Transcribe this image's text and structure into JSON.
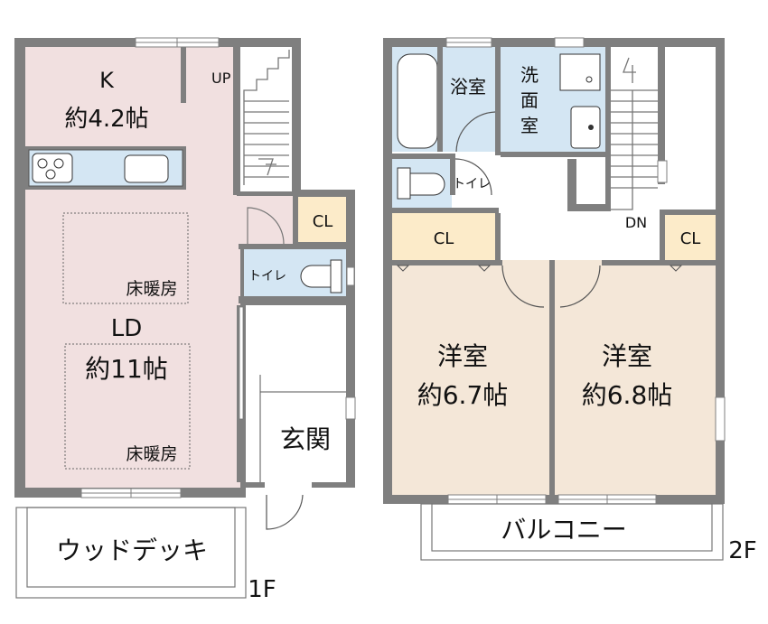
{
  "floor1": {
    "kitchen_name": "K",
    "kitchen_size": "約4.2帖",
    "up_label": "UP",
    "cl_label": "CL",
    "toilet_label": "トイレ",
    "floor_heat_1": "床暖房",
    "ld_name": "LD",
    "ld_size": "約11帖",
    "floor_heat_2": "床暖房",
    "entrance": "玄関",
    "deck": "ウッドデッキ",
    "floor_tag": "1F"
  },
  "floor2": {
    "bath_label": "浴室",
    "washroom_label": [
      "洗",
      "面",
      "室"
    ],
    "toilet_label": "トイレ",
    "dn_label": "DN",
    "cl_left": "CL",
    "cl_right": "CL",
    "room1_name": "洋室",
    "room1_size": "約6.7帖",
    "room2_name": "洋室",
    "room2_size": "約6.8帖",
    "balcony": "バルコニー",
    "floor_tag": "2F"
  },
  "colors": {
    "wall": "#7f7f7f",
    "ldk_floor": "#f1e0e0",
    "wet_area": "#d4e6f3",
    "closet": "#fcebc9",
    "western_room": "#f4e7d8"
  }
}
